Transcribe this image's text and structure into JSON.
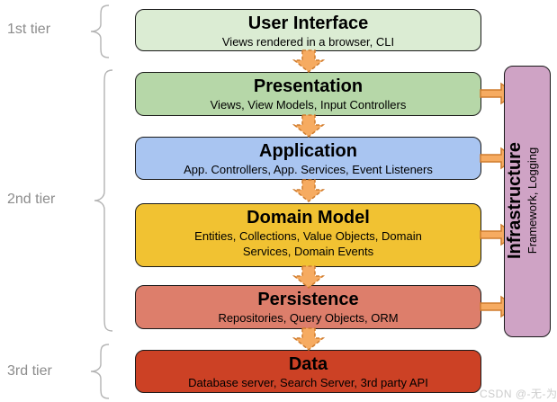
{
  "tiers": [
    {
      "label": "1st tier"
    },
    {
      "label": "2nd tier"
    },
    {
      "label": "3rd tier"
    }
  ],
  "layers": [
    {
      "title": "User Interface",
      "subtitle": "Views rendered in a browser, CLI",
      "fill": "#dbecd3",
      "tier": "1st tier"
    },
    {
      "title": "Presentation",
      "subtitle": "Views, View Models, Input Controllers",
      "fill": "#b6d7a8",
      "tier": "2nd tier"
    },
    {
      "title": "Application",
      "subtitle": "App. Controllers, App. Services, Event Listeners",
      "fill": "#a9c5f1",
      "tier": "2nd tier"
    },
    {
      "title": "Domain Model",
      "subtitle": "Entities, Collections, Value Objects, Domain Services, Domain Events",
      "fill": "#f1c232",
      "tier": "2nd tier"
    },
    {
      "title": "Persistence",
      "subtitle": "Repositories, Query Objects, ORM",
      "fill": "#dd7e6b",
      "tier": "2nd tier"
    },
    {
      "title": "Data",
      "subtitle": "Database server, Search Server, 3rd party API",
      "fill": "#cc4125",
      "tier": "3rd tier"
    }
  ],
  "infrastructure": {
    "title": "Infrastructure",
    "subtitle": "Framework, Logging",
    "fill": "#cfa3c5"
  },
  "arrows": {
    "fill": "#f6ab61",
    "stroke": "#cf7c2e",
    "down_count": 5,
    "right_count": 4
  },
  "watermark": "CSDN @-无-为-"
}
